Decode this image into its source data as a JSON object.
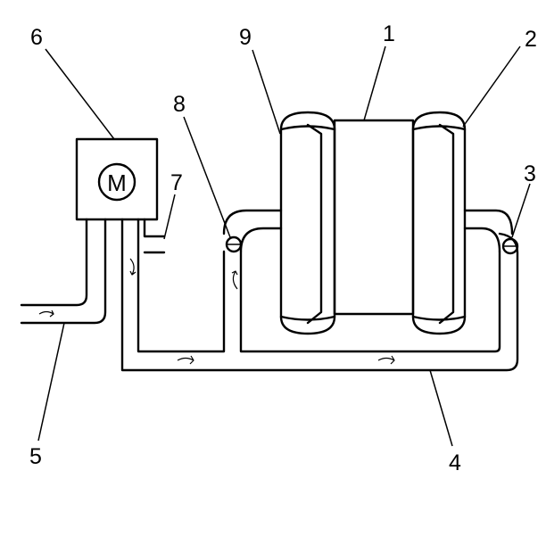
{
  "motor": {
    "symbol": "M"
  },
  "callouts": [
    {
      "id": "1",
      "label": "1"
    },
    {
      "id": "2",
      "label": "2"
    },
    {
      "id": "3",
      "label": "3"
    },
    {
      "id": "4",
      "label": "4"
    },
    {
      "id": "5",
      "label": "5"
    },
    {
      "id": "6",
      "label": "6"
    },
    {
      "id": "7",
      "label": "7"
    },
    {
      "id": "8",
      "label": "8"
    },
    {
      "id": "9",
      "label": "9"
    }
  ]
}
